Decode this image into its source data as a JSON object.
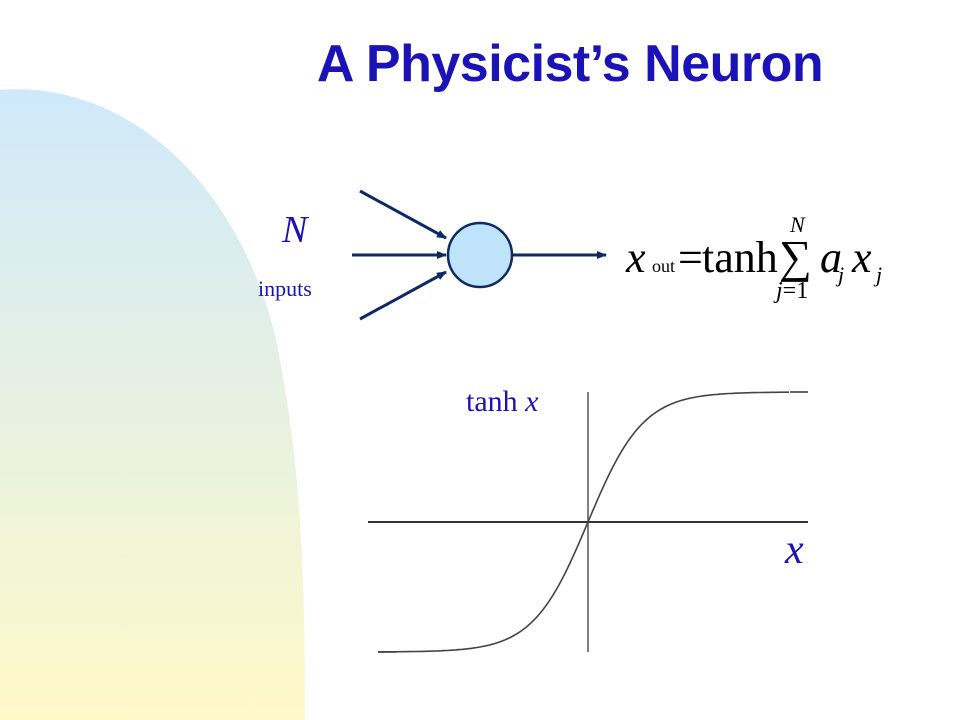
{
  "title": "A Physicist’s Neuron",
  "neuron": {
    "inputs_count_label": "N",
    "inputs_label": "inputs"
  },
  "formula": {
    "lhs_var": "x",
    "lhs_sub": "out",
    "equals": "=",
    "func": "tanh",
    "sum_symbol": "∑",
    "sum_upper": "N",
    "sum_lower_var": "j",
    "sum_lower_rest": "=1",
    "coef": "a",
    "coef_sub": "j",
    "var": "x",
    "var_sub": "j"
  },
  "graph": {
    "y_label_func": "tanh",
    "y_label_var": "x",
    "x_label": "x"
  },
  "colors": {
    "accent": "#1b12b8",
    "arrow": "#0d2a66",
    "neuron_fill": "#bfe3fb",
    "neuron_stroke": "#0d2a66",
    "bg_top": "#cfe9fb",
    "bg_bottom": "#fff9c8"
  }
}
